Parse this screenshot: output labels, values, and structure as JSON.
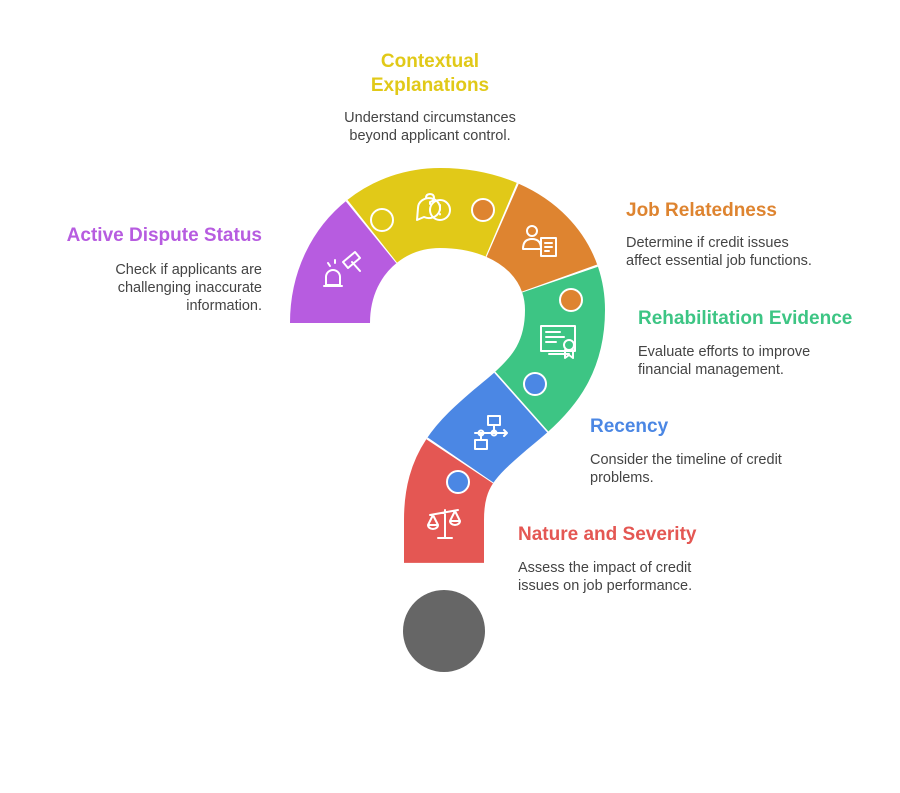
{
  "colors": {
    "purple": "#b75ce0",
    "yellow": "#e1c918",
    "orange": "#de8430",
    "green": "#3dc584",
    "blue": "#4b87e4",
    "red": "#e45753",
    "dot": "#666666"
  },
  "items": [
    {
      "title": "Contextual Explanations",
      "title_lines": [
        "Contextual",
        "Explanations"
      ],
      "desc_lines": [
        "Understand circumstances",
        "beyond applicant control."
      ],
      "icon": "speech-bubbles-icon"
    },
    {
      "title": "Active Dispute Status",
      "desc_lines": [
        "Check if applicants are",
        "challenging inaccurate",
        "information."
      ],
      "icon": "gavel-icon"
    },
    {
      "title": "Job Relatedness",
      "desc_lines": [
        "Determine if credit issues",
        "affect essential job functions."
      ],
      "icon": "person-document-icon"
    },
    {
      "title": "Rehabilitation Evidence",
      "desc_lines": [
        "Evaluate efforts to improve",
        "financial management."
      ],
      "icon": "certificate-icon"
    },
    {
      "title": "Recency",
      "desc_lines": [
        "Consider the timeline of credit",
        "problems."
      ],
      "icon": "flowchart-icon"
    },
    {
      "title": "Nature and Severity",
      "desc_lines": [
        "Assess the impact of credit",
        "issues on job performance."
      ],
      "icon": "scales-icon"
    }
  ]
}
